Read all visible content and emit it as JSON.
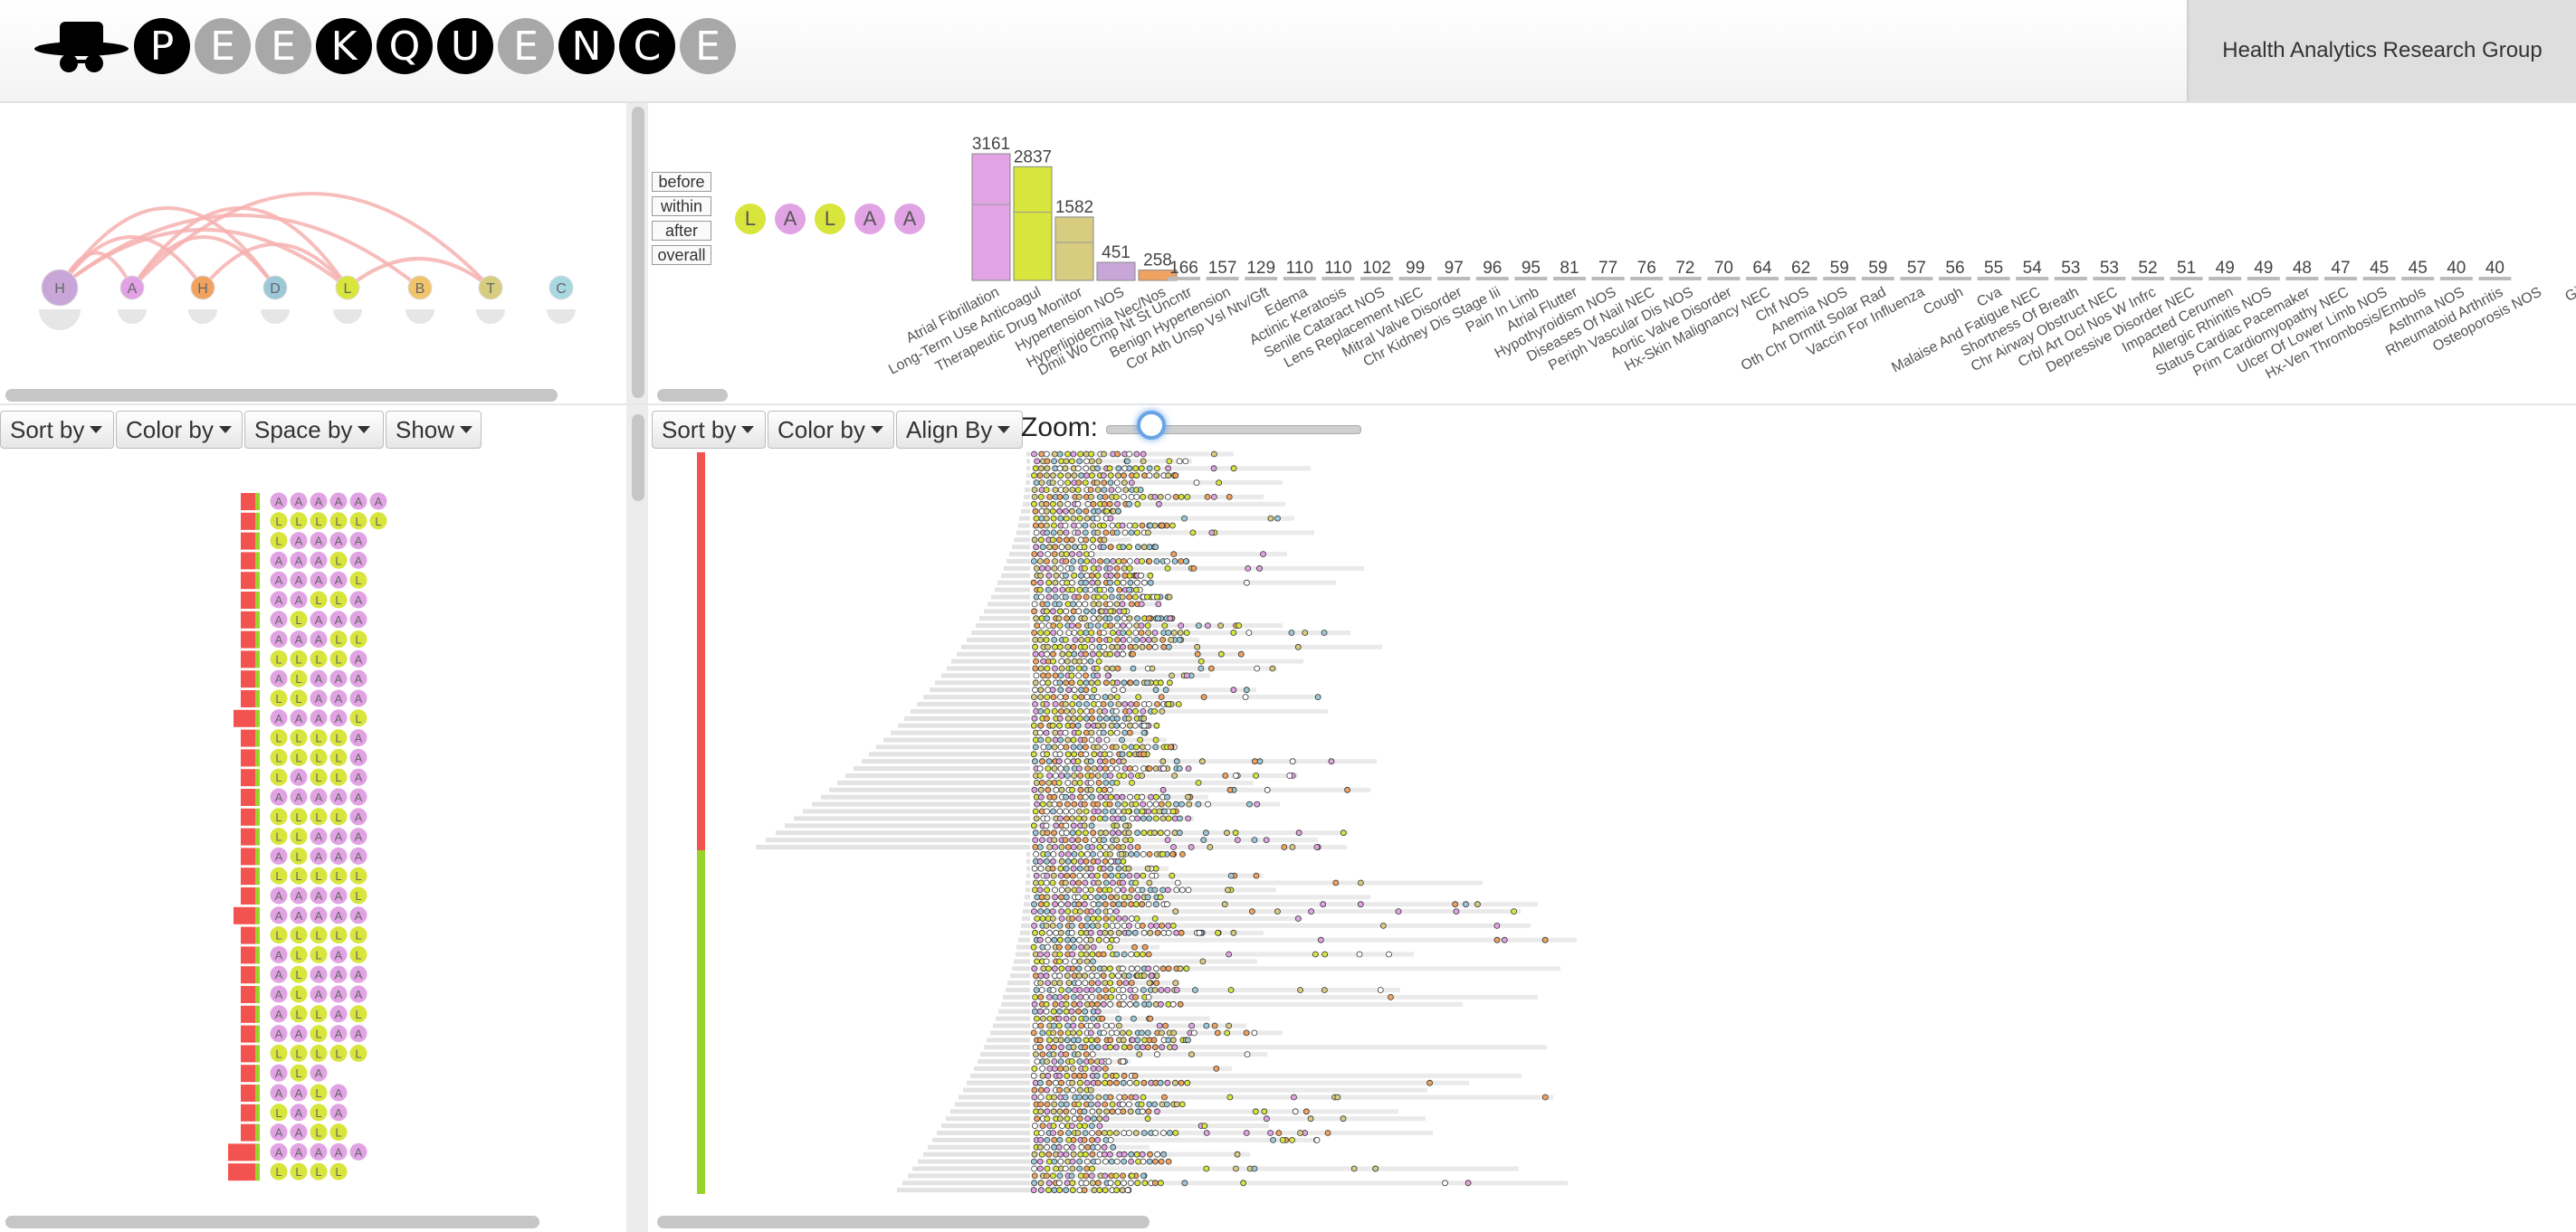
{
  "app": {
    "logo_letters": [
      {
        "ch": "P",
        "style": "dark"
      },
      {
        "ch": "E",
        "style": "light"
      },
      {
        "ch": "E",
        "style": "light"
      },
      {
        "ch": "K",
        "style": "dark"
      },
      {
        "ch": "Q",
        "style": "dark"
      },
      {
        "ch": "U",
        "style": "dark"
      },
      {
        "ch": "E",
        "style": "light"
      },
      {
        "ch": "N",
        "style": "dark"
      },
      {
        "ch": "C",
        "style": "dark"
      },
      {
        "ch": "E",
        "style": "light"
      }
    ],
    "group_label": "Health Analytics Research Group"
  },
  "colors": {
    "A": "#e1a3e3",
    "L": "#d8e53c",
    "H_purple": "#c9a6d8",
    "H_orange": "#f0a260",
    "D": "#9cc8d8",
    "B": "#f2c46a",
    "T": "#d7cc80",
    "C": "#a8d8e0",
    "red_bar": "#f25350",
    "green_bar": "#97d42c",
    "arc": "#f6b2b0"
  },
  "overview_nodes": [
    {
      "label": "H",
      "color": "H_purple"
    },
    {
      "label": "A",
      "color": "A"
    },
    {
      "label": "H",
      "color": "H_orange"
    },
    {
      "label": "D",
      "color": "D"
    },
    {
      "label": "L",
      "color": "L"
    },
    {
      "label": "B",
      "color": "B"
    },
    {
      "label": "T",
      "color": "T"
    },
    {
      "label": "C",
      "color": "C"
    }
  ],
  "left_toolbar": {
    "sort_by": "Sort by",
    "color_by": "Color by",
    "space_by": "Space by",
    "show": "Show"
  },
  "right_toolbar": {
    "sort_by": "Sort by",
    "color_by": "Color by",
    "align_by": "Align By",
    "zoom_label": "Zoom:"
  },
  "scope_buttons": [
    "before",
    "within",
    "after",
    "overall"
  ],
  "pattern": [
    "L",
    "A",
    "L",
    "A",
    "A"
  ],
  "frequency_chart": {
    "top_stacks": [
      {
        "value": 3161,
        "label": "Atrial Fibrillation",
        "color": "A"
      },
      {
        "value": 2837,
        "label": "Long-Term Use Anticoagul",
        "color": "L"
      },
      {
        "value": 1582,
        "label": "Therapeutic Drug Monitor",
        "color": "T"
      },
      {
        "value": 451,
        "label": "Hypertension NOS",
        "color": "H_purple"
      },
      {
        "value": 258,
        "label": "Hyperlipidemia Nec/Nos",
        "color": "H_orange"
      }
    ],
    "bars": [
      {
        "value": 166,
        "label": "Dmii Wo Cmp Nt St Uncntr"
      },
      {
        "value": 157,
        "label": "Benign Hypertension"
      },
      {
        "value": 129,
        "label": "Cor Ath Unsp Vsl Ntv/Gft"
      },
      {
        "value": 110,
        "label": "Edema"
      },
      {
        "value": 110,
        "label": "Actinic Keratosis"
      },
      {
        "value": 102,
        "label": "Senile Cataract NOS"
      },
      {
        "value": 99,
        "label": "Lens Replacement NEC"
      },
      {
        "value": 97,
        "label": "Mitral Valve Disorder"
      },
      {
        "value": 96,
        "label": "Chr Kidney Dis Stage Iii"
      },
      {
        "value": 95,
        "label": "Pain In Limb"
      },
      {
        "value": 81,
        "label": "Atrial Flutter"
      },
      {
        "value": 77,
        "label": "Hypothyroidism NOS"
      },
      {
        "value": 76,
        "label": "Diseases Of Nail NEC"
      },
      {
        "value": 72,
        "label": "Periph Vascular Dis NOS"
      },
      {
        "value": 70,
        "label": "Aortic Valve Disorder"
      },
      {
        "value": 64,
        "label": "Hx-Skin Malignancy NEC"
      },
      {
        "value": 62,
        "label": "Chf NOS"
      },
      {
        "value": 59,
        "label": "Anemia NOS"
      },
      {
        "value": 59,
        "label": "Oth Chr Drmtit Solar Rad"
      },
      {
        "value": 57,
        "label": "Vaccin For Influenza"
      },
      {
        "value": 56,
        "label": "Cough"
      },
      {
        "value": 55,
        "label": "Cva"
      },
      {
        "value": 54,
        "label": "Malaise And Fatigue NEC"
      },
      {
        "value": 53,
        "label": "Shortness Of Breath"
      },
      {
        "value": 53,
        "label": "Chr Airway Obstruct NEC"
      },
      {
        "value": 52,
        "label": "Crbl Art Ocl Nos W Infrc"
      },
      {
        "value": 51,
        "label": "Depressive Disorder NEC"
      },
      {
        "value": 49,
        "label": "Impacted Cerumen"
      },
      {
        "value": 49,
        "label": "Allergic Rhinitis NOS"
      },
      {
        "value": 48,
        "label": "Status Cardiac Pacemaker"
      },
      {
        "value": 47,
        "label": "Prim Cardiomyopathy NEC"
      },
      {
        "value": 45,
        "label": "Ulcer Of Lower Limb NOS"
      },
      {
        "value": 45,
        "label": "Hx-Ven Thrombosis/Embols"
      },
      {
        "value": 40,
        "label": "Asthma NOS"
      },
      {
        "value": 40,
        "label": "Rheumatoid Arthritis"
      },
      {
        "value": "",
        "label": "Osteoporosis NOS"
      },
      {
        "value": "",
        "label": "Gi"
      }
    ]
  },
  "sequence_patterns": [
    "AAAAAA",
    "LLLLLL",
    "LAAAA",
    "AAALA",
    "AAAAL",
    "AALLA",
    "ALAAA",
    "AAALL",
    "LLLLA",
    "ALAAA",
    "LLAAA",
    "AAAAL",
    "LLLLA",
    "LLLLA",
    "LALLA",
    "AAAAA",
    "LLLLA",
    "LLAAA",
    "ALAAA",
    "LLLLL",
    "AAAAL",
    "AAAAA",
    "LLLLL",
    "ALLAL",
    "ALAAA",
    "ALAAA",
    "ALLAL",
    "AALAA",
    "LLLLL",
    "ALA",
    "AALA",
    "LALA",
    "AALL",
    "AAAAA",
    "LLLL"
  ]
}
